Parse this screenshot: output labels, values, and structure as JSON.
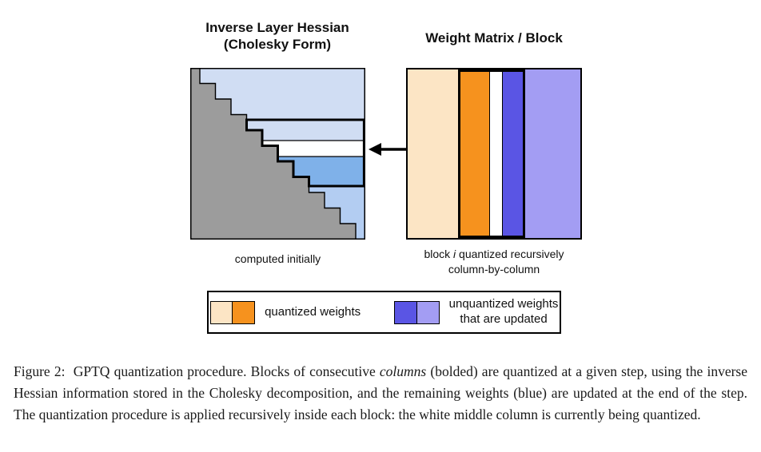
{
  "colors": {
    "pale_blue": "#d0ddf3",
    "band_white": "#ffffff",
    "band_blue": "#7fb1e9",
    "light_blue": "#b3cdf2",
    "gray": "#9c9c9c",
    "cream": "#fce5c5",
    "orange": "#f6921e",
    "dark_periwinkle": "#5a55e4",
    "light_periwinkle": "#a39df3",
    "outline": "#000000"
  },
  "hessian": {
    "title_line1": "Inverse Layer Hessian",
    "title_line2": "(Cholesky Form)",
    "caption": "computed initially"
  },
  "weights": {
    "title": "Weight Matrix / Block",
    "caption_pre_italic": "block ",
    "caption_italic": "i",
    "caption_post_italic": " quantized recursively",
    "caption_line2": "column-by-column"
  },
  "legend": {
    "quantized_label": "quantized weights",
    "unquantized_label_line1": "unquantized weights",
    "unquantized_label_line2": "that are updated"
  },
  "figure_caption": {
    "part1": "Figure 2:  GPTQ quantization procedure. Blocks of consecutive ",
    "italic": "columns",
    "part2": " (bolded) are quantized at a given step, using the inverse Hessian information stored in the Cholesky decomposition, and the remaining weights (blue) are updated at the end of the step. The quantization procedure is applied recursively inside each block: the white middle column is currently being quantized."
  }
}
